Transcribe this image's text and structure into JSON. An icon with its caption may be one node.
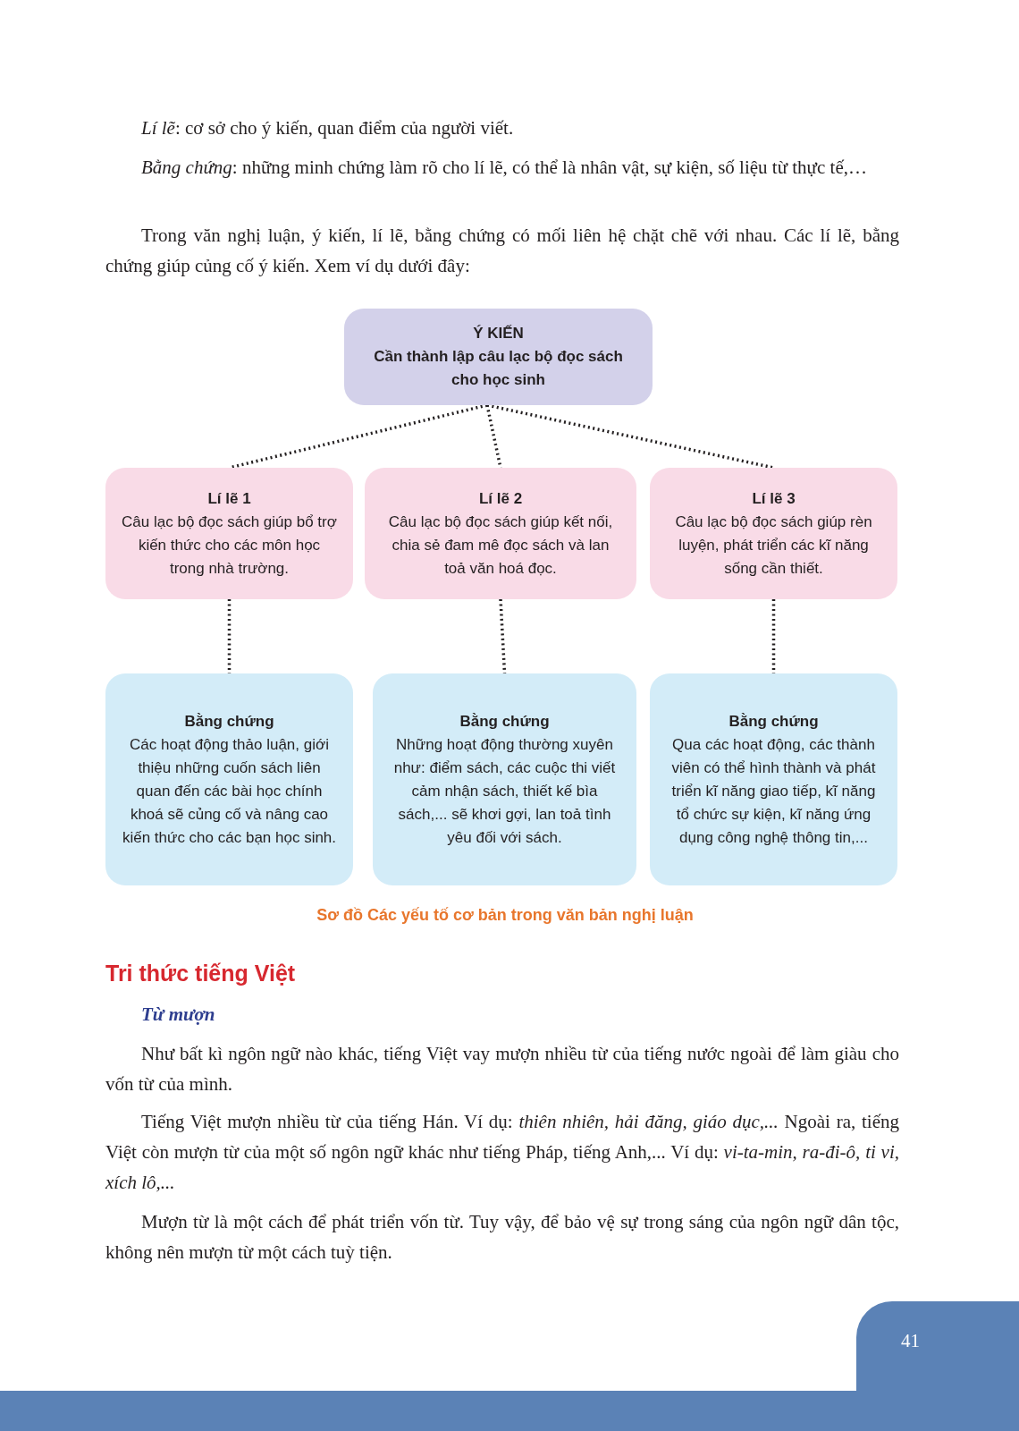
{
  "diagram": {
    "caption": "Sơ đồ Các yếu tố cơ bản trong văn bản nghị luận",
    "nodes": [
      {
        "text": [
          "Ý KIẾN",
          "Cần thành lập câu lạc bộ đọc sách cho học sinh"
        ]
      },
      {
        "text": [
          "Lí lẽ 1",
          "Câu lạc bộ đọc sách giúp bổ trợ kiến thức cho các môn học trong nhà trường."
        ]
      },
      {
        "text": [
          "Lí lẽ 2",
          "Câu lạc bộ đọc sách giúp kết nối, chia sẻ đam mê đọc sách và lan toả văn hoá đọc."
        ]
      },
      {
        "text": [
          "Lí lẽ 3",
          "Câu lạc bộ đọc sách giúp rèn luyện, phát triển các kĩ năng sống cần thiết."
        ]
      },
      {
        "text": [
          "Bằng chứng",
          "Các hoạt động thảo luận, giới thiệu những cuốn sách liên quan đến các bài học chính khoá sẽ củng cố và nâng cao kiến thức cho các bạn học sinh."
        ]
      },
      {
        "text": [
          "Bằng chứng",
          "Những hoạt động thường xuyên như: điểm sách, các cuộc thi viết cảm nhận sách, thiết kế bìa sách,... sẽ khơi gợi, lan toả tình yêu đối với sách."
        ]
      },
      {
        "text": [
          "Bằng chứng",
          "Qua các hoạt động, các thành viên có thể hình thành và phát triển kĩ năng giao tiếp, kĩ năng tổ chức sự kiện, kĩ năng ứng dụng công nghệ thông tin,..."
        ]
      }
    ],
    "edges": [
      {
        "from": 0,
        "to": 1,
        "arrow": "none",
        "style": "dashed"
      },
      {
        "from": 0,
        "to": 2,
        "arrow": "none",
        "style": "dashed"
      },
      {
        "from": 0,
        "to": 3,
        "arrow": "none",
        "style": "dashed"
      },
      {
        "from": 1,
        "to": 4,
        "arrow": "none",
        "style": "dashed"
      },
      {
        "from": 2,
        "to": 5,
        "arrow": "none",
        "style": "dashed"
      },
      {
        "from": 3,
        "to": 6,
        "arrow": "none",
        "style": "dashed"
      }
    ],
    "labels": [
      "*Lí lẽ*: cơ sở cho ý kiến, quan điểm của người viết.",
      "*Bằng chứng*: những minh chứng làm rõ cho lí lẽ, có thể là nhân vật, sự kiện, số liệu từ thực tế,…",
      "Trong văn nghị luận, ý kiến, lí lẽ, bằng chứng có mối liên hệ chặt chẽ với nhau. Các lí lẽ, bằng chứng giúp củng cố ý kiến. Xem ví dụ dưới đây:",
      "Tri thức tiếng Việt",
      "Từ mượn",
      "Như bất kì ngôn ngữ nào khác, tiếng Việt vay mượn nhiều từ của tiếng nước ngoài để làm giàu cho vốn từ của mình.",
      "Tiếng Việt mượn nhiều từ của tiếng Hán. Ví dụ: *thiên nhiên, hải đăng, giáo dục,...* Ngoài ra, tiếng Việt còn mượn từ của một số ngôn ngữ khác như tiếng Pháp, tiếng Anh,... Ví dụ: *vi-ta-min, ra-đi-ô, ti vi, xích lô,...*",
      "Mượn từ là một cách để phát triển vốn từ. Tuy vậy, để bảo vệ sự trong sáng của ngôn ngữ dân tộc, không nên mượn từ một cách tuỳ tiện.",
      "41"
    ]
  }
}
